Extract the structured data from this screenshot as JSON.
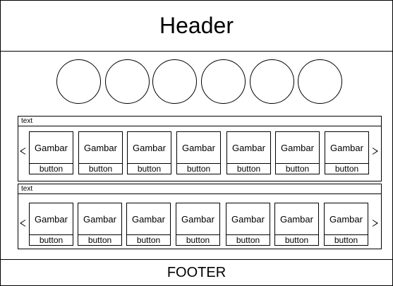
{
  "header": {
    "title": "Header"
  },
  "circles": [
    "",
    "",
    "",
    "",
    "",
    ""
  ],
  "sections": [
    {
      "label": "text",
      "cards": [
        {
          "image": "Gambar",
          "button": "button"
        },
        {
          "image": "Gambar",
          "button": "button"
        },
        {
          "image": "Gambar",
          "button": "button"
        },
        {
          "image": "Gambar",
          "button": "button"
        },
        {
          "image": "Gambar",
          "button": "button"
        },
        {
          "image": "Gambar",
          "button": "button"
        },
        {
          "image": "Gambar",
          "button": "button"
        }
      ]
    },
    {
      "label": "text",
      "cards": [
        {
          "image": "Gambar",
          "button": "button"
        },
        {
          "image": "Gambar",
          "button": "button"
        },
        {
          "image": "Gambar",
          "button": "button"
        },
        {
          "image": "Gambar",
          "button": "button"
        },
        {
          "image": "Gambar",
          "button": "button"
        },
        {
          "image": "Gambar",
          "button": "button"
        },
        {
          "image": "Gambar",
          "button": "button"
        }
      ]
    }
  ],
  "footer": {
    "title": "FOOTER"
  }
}
